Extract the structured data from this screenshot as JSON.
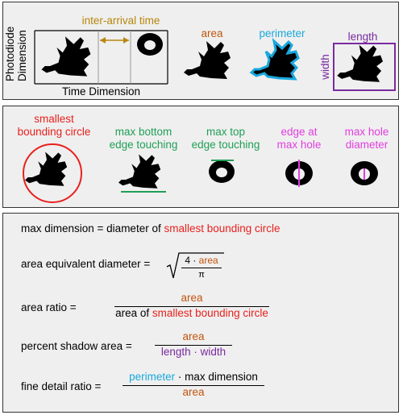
{
  "top_panel": {
    "y_axis_label_1": "Photodiode",
    "y_axis_label_2": "Dimension",
    "x_axis_label": "Time Dimension",
    "inter_arrival_label": "inter-arrival time",
    "area_label": "area",
    "perimeter_label": "perimeter",
    "length_label": "length",
    "width_label": "width"
  },
  "middle_panel": {
    "smallest_circle_1": "smallest",
    "smallest_circle_2": "bounding circle",
    "max_bottom_1": "max bottom",
    "max_bottom_2": "edge touching",
    "max_top_1": "max top",
    "max_top_2": "edge touching",
    "edge_hole_1": "edge at",
    "edge_hole_2": "max hole",
    "hole_diam_1": "max hole",
    "hole_diam_2": "diameter"
  },
  "equations": {
    "max_dim_lhs": "max dimension = diameter of ",
    "max_dim_rhs": "smallest bounding circle",
    "aed_lhs": "area equivalent diameter =",
    "aed_num_prefix": "4 · ",
    "aed_num_area": "area",
    "aed_den": "π",
    "ar_lhs": "area ratio  =",
    "ar_num": "area",
    "ar_den_prefix": "area of ",
    "ar_den_red": "smallest bounding circle",
    "psa_lhs": "percent shadow area  =",
    "psa_num": "area",
    "psa_den": "length · width",
    "fdr_lhs": "fine detail ratio  =",
    "fdr_num_cyan": "perimeter",
    "fdr_num_rest": " · max dimension",
    "fdr_den": "area"
  },
  "colors": {
    "red": "#e8211d",
    "brown": "#c0560f",
    "purple": "#7a2aa0",
    "cyan": "#19a8dd",
    "green": "#1fa055",
    "magenta": "#e23ee0",
    "gold": "#b8860b",
    "panel_bg": "#efefef"
  }
}
